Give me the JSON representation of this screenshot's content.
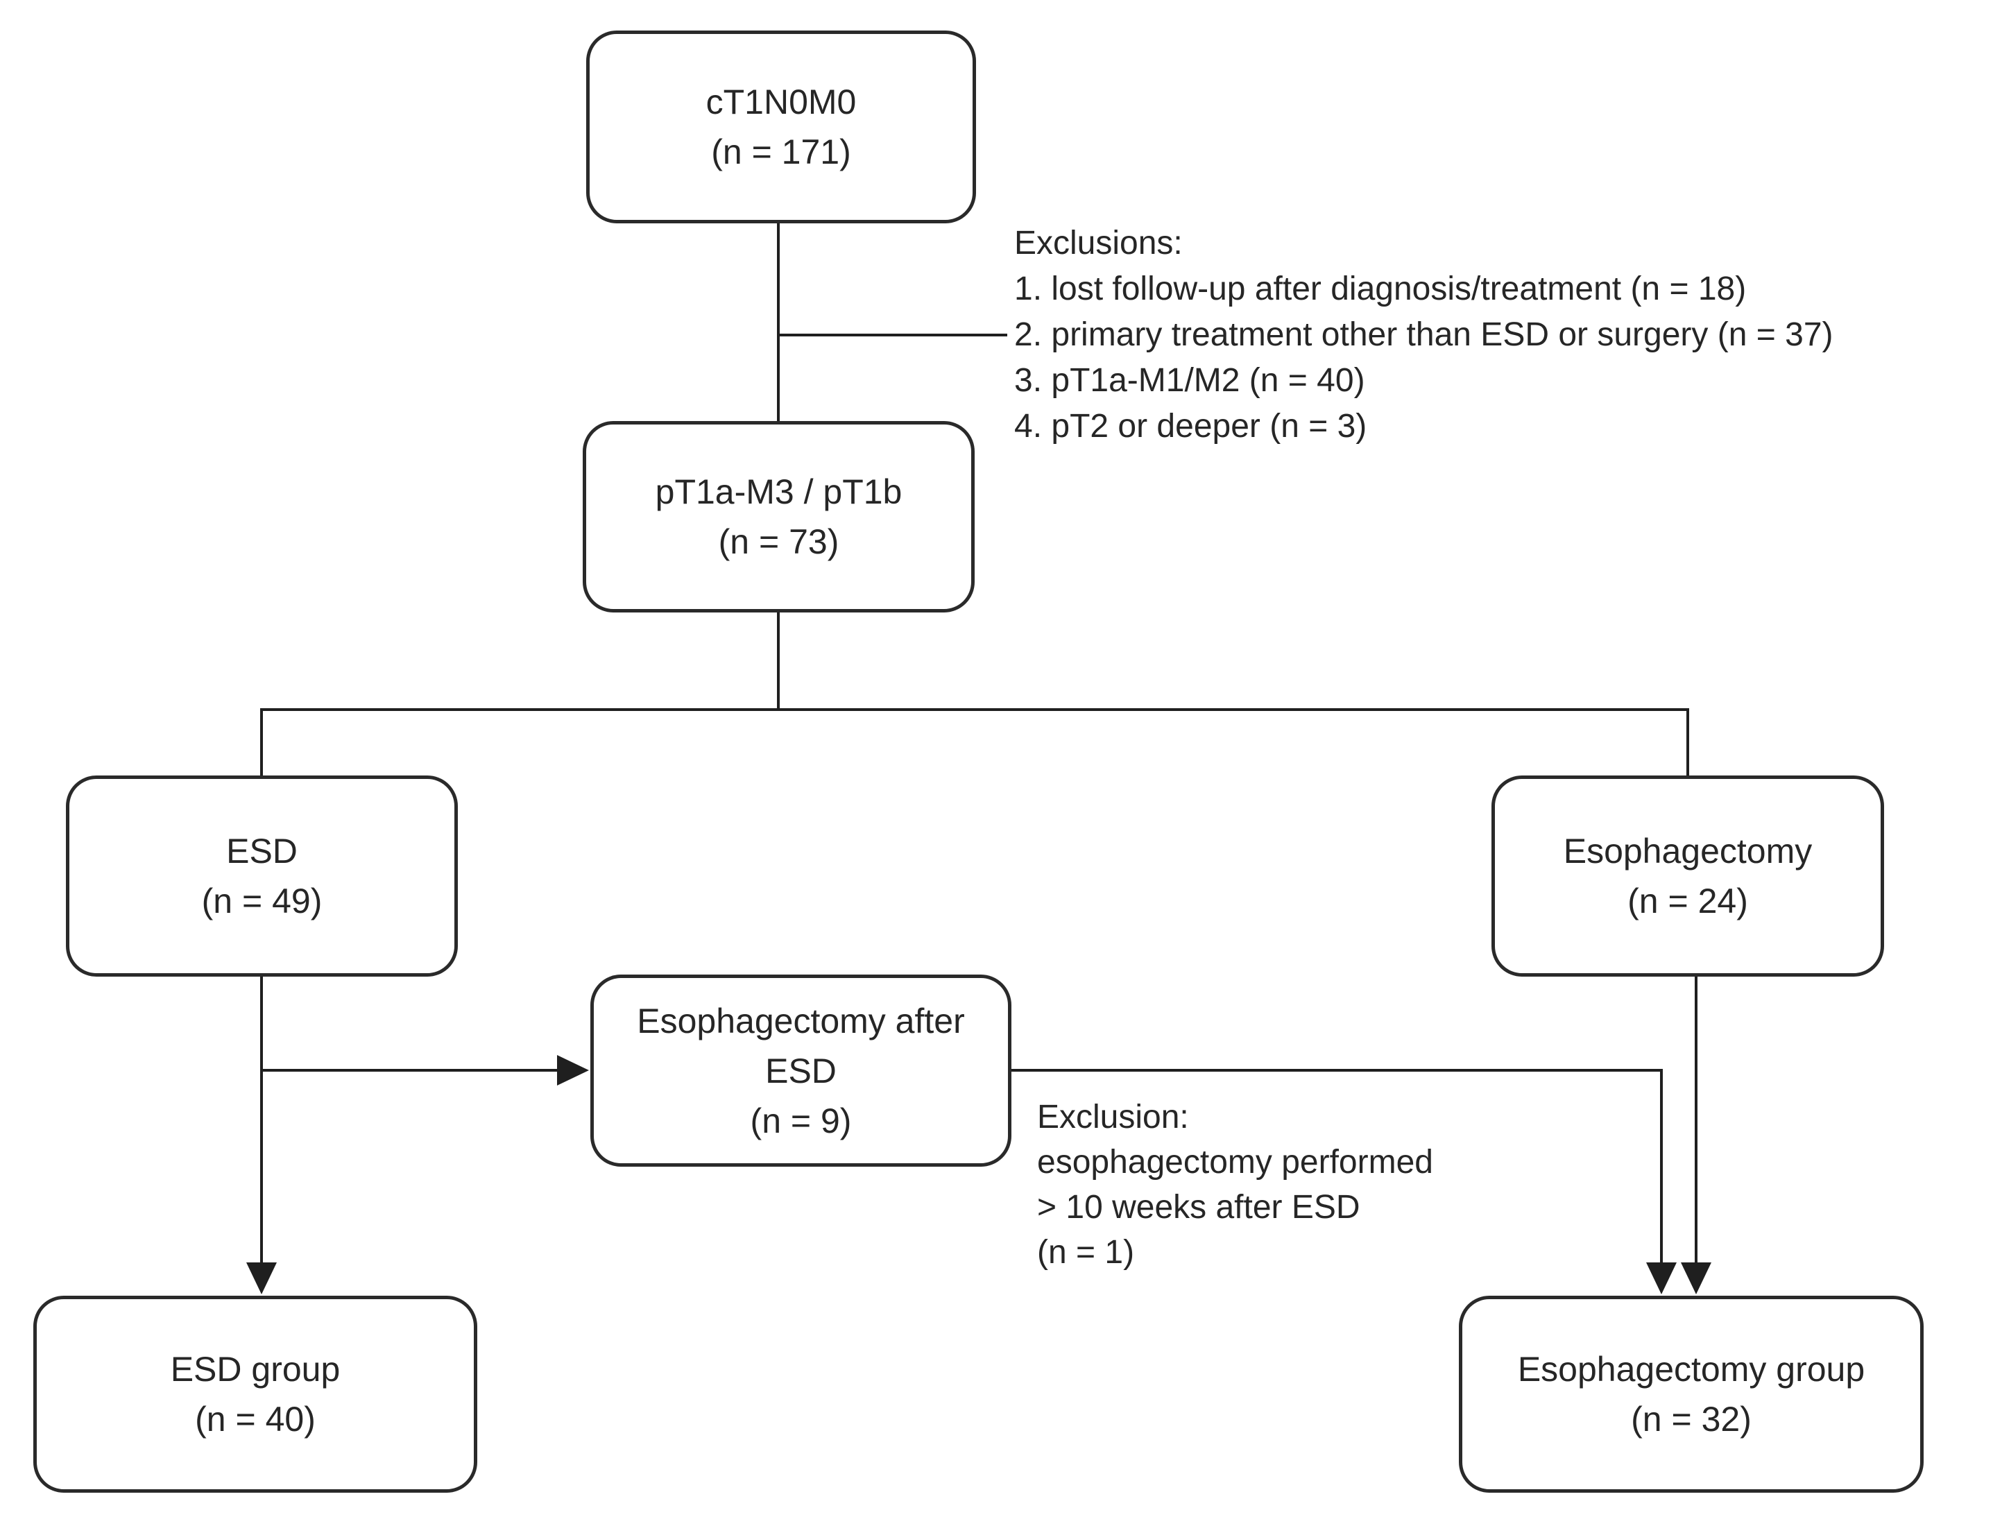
{
  "colors": {
    "line": "#1f1f1f",
    "border": "#2a2a2a",
    "text": "#262626",
    "background": "#ffffff"
  },
  "boxes": {
    "ct1n0m0": {
      "line1": "cT1N0M0",
      "line2": "(n = 171)"
    },
    "pt1a_m3_pt1b": {
      "line1": "pT1a-M3 / pT1b",
      "line2": "(n = 73)"
    },
    "esd": {
      "line1": "ESD",
      "line2": "(n = 49)"
    },
    "esophagectomy": {
      "line1": "Esophagectomy",
      "line2": "(n = 24)"
    },
    "esophagectomy_after_esd": {
      "line1": "Esophagectomy after",
      "line2": "ESD",
      "line3": "(n = 9)"
    },
    "esd_group": {
      "line1": "ESD group",
      "line2": "(n = 40)"
    },
    "esophagectomy_group": {
      "line1": "Esophagectomy group",
      "line2": "(n = 32)"
    }
  },
  "exclusions_list": {
    "heading": "Exclusions:",
    "items": [
      "1. lost follow-up after diagnosis/treatment (n = 18)",
      "2. primary treatment other than ESD or surgery (n = 37)",
      "3. pT1a-M1/M2 (n = 40)",
      "4. pT2 or deeper (n = 3)"
    ]
  },
  "exclusion_note": {
    "heading": "Exclusion:",
    "lines": [
      "esophagectomy performed",
      "> 10 weeks after ESD",
      "(n = 1)"
    ]
  }
}
